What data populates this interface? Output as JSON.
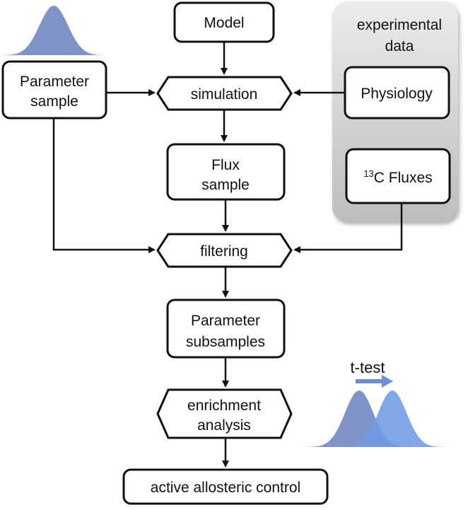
{
  "nodes": {
    "model": "Model",
    "param_sample": [
      "Parameter",
      "sample"
    ],
    "simulation": "simulation",
    "experimental": [
      "experimental",
      "data"
    ],
    "physiology": "Physiology",
    "flux_sample": [
      "Flux",
      "sample"
    ],
    "c13_sup": "13",
    "c13_rest": "C Fluxes",
    "filtering": "filtering",
    "param_subsamples": [
      "Parameter",
      "subsamples"
    ],
    "enrichment": [
      "enrichment",
      "analysis"
    ],
    "active": "active allosteric control",
    "ttest": "t-test"
  },
  "colors": {
    "dist_dark": "#7f93c9",
    "dist_light": "#6f9be6",
    "ttest_arrow": "#6e8fd0",
    "panel_top": "#ececec",
    "panel_bottom": "#bdbdbd"
  }
}
